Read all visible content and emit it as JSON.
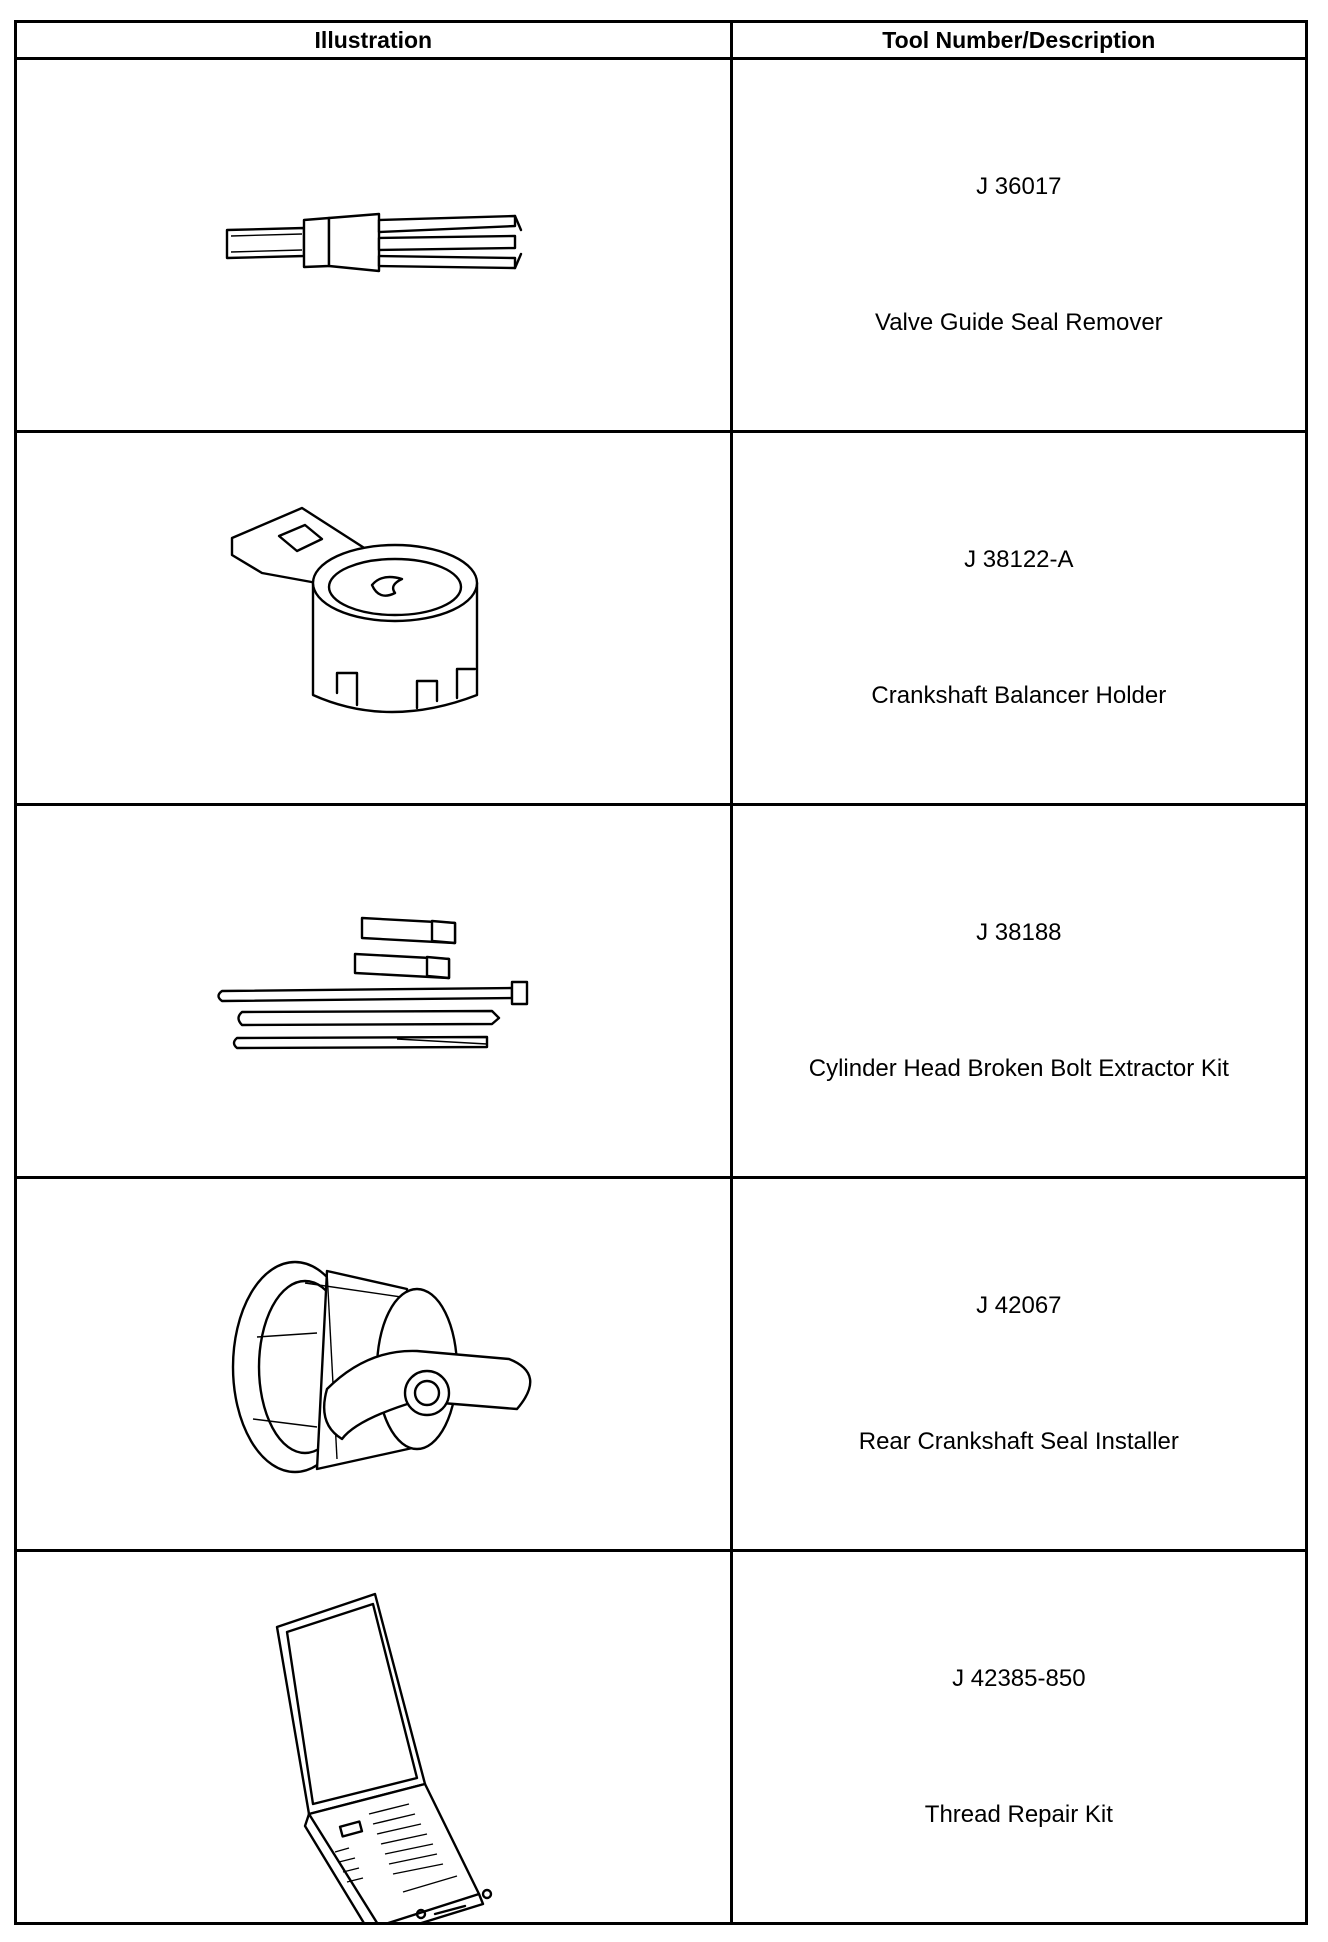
{
  "table": {
    "headers": {
      "illustration": "Illustration",
      "tool": "Tool Number/Description"
    },
    "rows": [
      {
        "number": "J 36017",
        "description": "Valve Guide Seal Remover",
        "icon": "valve-guide-seal-remover-drawing"
      },
      {
        "number": "J 38122-A",
        "description": "Crankshaft Balancer Holder",
        "icon": "crankshaft-balancer-holder-drawing"
      },
      {
        "number": "J 38188",
        "description": "Cylinder Head Broken Bolt Extractor Kit",
        "icon": "bolt-extractor-kit-drawing"
      },
      {
        "number": "J 42067",
        "description": "Rear Crankshaft Seal Installer",
        "icon": "rear-seal-installer-drawing"
      },
      {
        "number": "J 42385-850",
        "description": "Thread Repair Kit",
        "icon": "thread-repair-kit-drawing"
      }
    ]
  }
}
